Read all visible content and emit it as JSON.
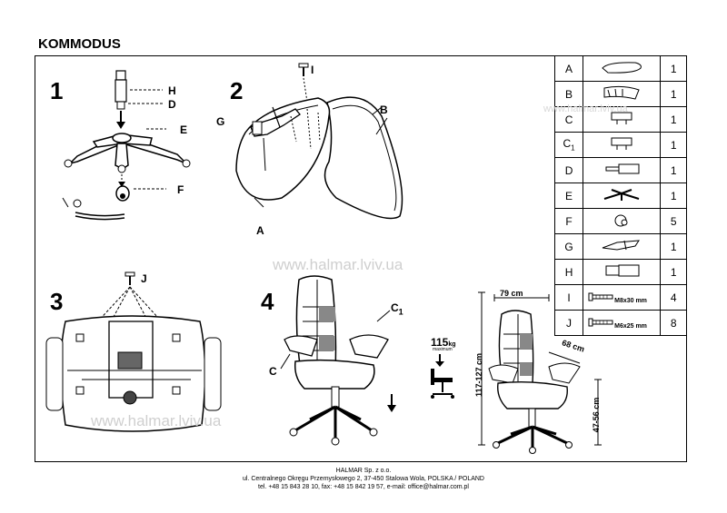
{
  "title": "KOMMODUS",
  "steps": [
    "1",
    "2",
    "3",
    "4"
  ],
  "labels": {
    "step1": {
      "H": "H",
      "D": "D",
      "E": "E",
      "F": "F"
    },
    "step2": {
      "I": "I",
      "G": "G",
      "B": "B",
      "A": "A"
    },
    "step3": {
      "J": "J"
    },
    "step4": {
      "C1": "C",
      "C1_sub": "1",
      "C": "C"
    }
  },
  "weight_limit": {
    "value": "115",
    "unit": "kg",
    "caption": "maximum"
  },
  "dimensions": {
    "width": "79 cm",
    "depth": "68 cm",
    "total_height": "117-127 cm",
    "seat_height": "47-56 cm"
  },
  "parts": [
    {
      "letter": "A",
      "sub": "",
      "qty": "1",
      "icon": "seat-icon",
      "note": ""
    },
    {
      "letter": "B",
      "sub": "",
      "qty": "1",
      "icon": "backrest-icon",
      "note": ""
    },
    {
      "letter": "C",
      "sub": "",
      "qty": "1",
      "icon": "armrest-icon",
      "note": ""
    },
    {
      "letter": "C",
      "sub": "1",
      "qty": "1",
      "icon": "armrest-right-icon",
      "note": ""
    },
    {
      "letter": "D",
      "sub": "",
      "qty": "1",
      "icon": "gas-lift-icon",
      "note": ""
    },
    {
      "letter": "E",
      "sub": "",
      "qty": "1",
      "icon": "star-base-icon",
      "note": ""
    },
    {
      "letter": "F",
      "sub": "",
      "qty": "5",
      "icon": "caster-icon",
      "note": ""
    },
    {
      "letter": "G",
      "sub": "",
      "qty": "1",
      "icon": "mechanism-icon",
      "note": ""
    },
    {
      "letter": "H",
      "sub": "",
      "qty": "1",
      "icon": "cover-icon",
      "note": ""
    },
    {
      "letter": "I",
      "sub": "",
      "qty": "4",
      "icon": "bolt-icon",
      "note": "M8x30 mm"
    },
    {
      "letter": "J",
      "sub": "",
      "qty": "8",
      "icon": "bolt-icon",
      "note": "M6x25 mm"
    }
  ],
  "watermarks": [
    "www.halmar.lviv.ua",
    "www.halmar.lviv.ua",
    "www.halmar.lviv.ua"
  ],
  "footer": {
    "line1": "HALMAR Sp. z o.o.",
    "line2": "ul. Centralnego Okręgu Przemysłowego 2, 37-450 Stalowa Wola, POLSKA / POLAND",
    "line3": "tel. +48 15 843 28 10, fax: +48 15 842 19 57, e-mail: office@halmar.com.pl"
  }
}
